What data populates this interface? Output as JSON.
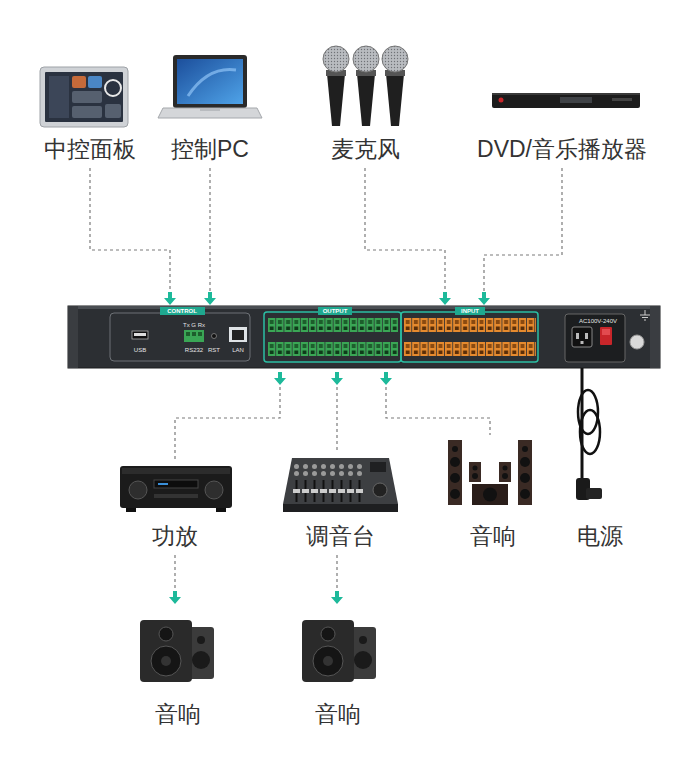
{
  "diagram": {
    "nodes": [
      {
        "text": [
          "中控面板"
        ]
      },
      {
        "text": [
          "控制PC"
        ]
      },
      {
        "text": [
          "麦克风"
        ]
      },
      {
        "text": [
          "DVD/音乐播放器"
        ]
      },
      {
        "text": [
          "CONTROL",
          "Tx G Rx",
          "USB",
          "RS232",
          "RST",
          "LAN",
          "OUTPUT",
          "INPUT",
          "AC100V-240V"
        ]
      },
      {
        "text": [
          "功放"
        ]
      },
      {
        "text": [
          "调音台"
        ]
      },
      {
        "text": [
          "音响"
        ]
      },
      {
        "text": [
          "电源"
        ]
      },
      {
        "text": [
          "音响"
        ]
      },
      {
        "text": [
          "音响"
        ]
      }
    ],
    "edges": [
      {
        "from": 0,
        "to": 4,
        "arrow": "to"
      },
      {
        "from": 1,
        "to": 4,
        "arrow": "to"
      },
      {
        "from": 2,
        "to": 4,
        "arrow": "to"
      },
      {
        "from": 3,
        "to": 4,
        "arrow": "to"
      },
      {
        "from": 4,
        "to": 5,
        "arrow": "to"
      },
      {
        "from": 4,
        "to": 6,
        "arrow": "to"
      },
      {
        "from": 4,
        "to": 7,
        "arrow": "to"
      },
      {
        "from": 4,
        "to": 8,
        "arrow": "none"
      },
      {
        "from": 5,
        "to": 9,
        "arrow": "to"
      },
      {
        "from": 6,
        "to": 10,
        "arrow": "to"
      }
    ]
  }
}
